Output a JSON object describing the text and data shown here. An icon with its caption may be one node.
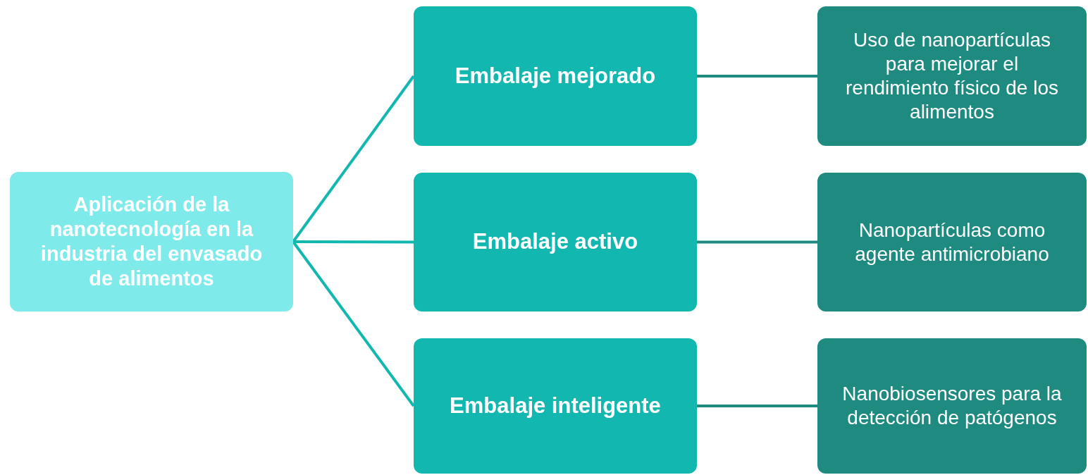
{
  "diagram": {
    "nodes": [
      {
        "text": [
          "Aplicación de la nanotecnología en la industria del envasado de alimentos"
        ]
      },
      {
        "text": [
          "Embalaje mejorado"
        ]
      },
      {
        "text": [
          "Embalaje activo"
        ]
      },
      {
        "text": [
          "Embalaje inteligente"
        ]
      },
      {
        "text": [
          "Uso de nanopartículas para mejorar el rendimiento físico de los alimentos"
        ]
      },
      {
        "text": [
          "Nanopartículas como agente antimicrobiano"
        ]
      },
      {
        "text": [
          "Nanobiosensores para la detección de patógenos"
        ]
      }
    ],
    "edges": [
      {
        "from": 0,
        "to": 1,
        "arrow": "none",
        "color": "#12b8b0"
      },
      {
        "from": 0,
        "to": 2,
        "arrow": "none",
        "color": "#12b8b0"
      },
      {
        "from": 0,
        "to": 3,
        "arrow": "none",
        "color": "#12b8b0"
      },
      {
        "from": 1,
        "to": 4,
        "arrow": "none",
        "color": "#1f8a80"
      },
      {
        "from": 2,
        "to": 5,
        "arrow": "none",
        "color": "#1f8a80"
      },
      {
        "from": 3,
        "to": 6,
        "arrow": "none",
        "color": "#1f8a80"
      }
    ]
  }
}
